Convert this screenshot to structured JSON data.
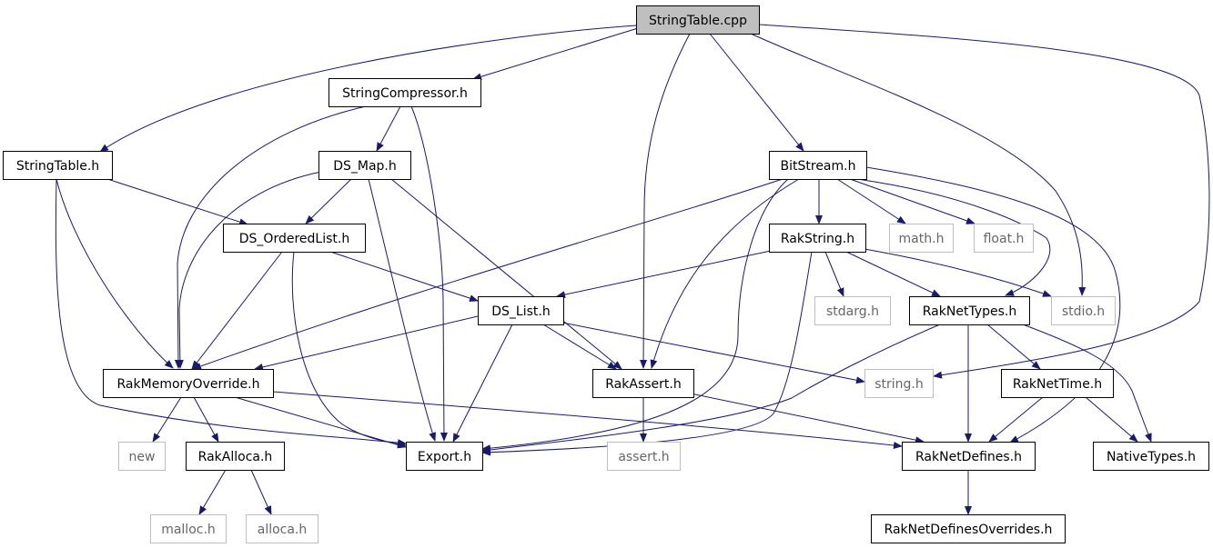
{
  "colors": {
    "edge": "#191970",
    "root_fill": "#bfbfbf",
    "node_fill": "#ffffff",
    "node_border": "#000000",
    "external_border": "#bfbfbf",
    "text": "#000000",
    "external_text": "#666666"
  },
  "nodes": [
    {
      "id": "StringTable.cpp",
      "label": "StringTable.cpp",
      "kind": "root"
    },
    {
      "id": "StringCompressor.h",
      "label": "StringCompressor.h",
      "kind": "file"
    },
    {
      "id": "StringTable.h",
      "label": "StringTable.h",
      "kind": "file"
    },
    {
      "id": "DS_Map.h",
      "label": "DS_Map.h",
      "kind": "file"
    },
    {
      "id": "BitStream.h",
      "label": "BitStream.h",
      "kind": "file"
    },
    {
      "id": "DS_OrderedList.h",
      "label": "DS_OrderedList.h",
      "kind": "file"
    },
    {
      "id": "RakString.h",
      "label": "RakString.h",
      "kind": "file"
    },
    {
      "id": "math.h",
      "label": "math.h",
      "kind": "external"
    },
    {
      "id": "float.h",
      "label": "float.h",
      "kind": "external"
    },
    {
      "id": "DS_List.h",
      "label": "DS_List.h",
      "kind": "file"
    },
    {
      "id": "stdarg.h",
      "label": "stdarg.h",
      "kind": "external"
    },
    {
      "id": "RakNetTypes.h",
      "label": "RakNetTypes.h",
      "kind": "file"
    },
    {
      "id": "stdio.h",
      "label": "stdio.h",
      "kind": "external"
    },
    {
      "id": "RakMemoryOverride.h",
      "label": "RakMemoryOverride.h",
      "kind": "file"
    },
    {
      "id": "RakAssert.h",
      "label": "RakAssert.h",
      "kind": "file"
    },
    {
      "id": "string.h",
      "label": "string.h",
      "kind": "external"
    },
    {
      "id": "RakNetTime.h",
      "label": "RakNetTime.h",
      "kind": "file"
    },
    {
      "id": "new",
      "label": "new",
      "kind": "external"
    },
    {
      "id": "RakAlloca.h",
      "label": "RakAlloca.h",
      "kind": "file"
    },
    {
      "id": "Export.h",
      "label": "Export.h",
      "kind": "file"
    },
    {
      "id": "assert.h",
      "label": "assert.h",
      "kind": "external"
    },
    {
      "id": "RakNetDefines.h",
      "label": "RakNetDefines.h",
      "kind": "file"
    },
    {
      "id": "NativeTypes.h",
      "label": "NativeTypes.h",
      "kind": "file"
    },
    {
      "id": "malloc.h",
      "label": "malloc.h",
      "kind": "external"
    },
    {
      "id": "alloca.h",
      "label": "alloca.h",
      "kind": "external"
    },
    {
      "id": "RakNetDefinesOverrides.h",
      "label": "RakNetDefinesOverrides.h",
      "kind": "file"
    }
  ],
  "edges": [
    {
      "from": "StringTable.cpp",
      "to": "StringCompressor.h"
    },
    {
      "from": "StringTable.cpp",
      "to": "StringTable.h"
    },
    {
      "from": "StringTable.cpp",
      "to": "RakAssert.h"
    },
    {
      "from": "StringTable.cpp",
      "to": "BitStream.h"
    },
    {
      "from": "StringTable.cpp",
      "to": "stdio.h"
    },
    {
      "from": "StringTable.cpp",
      "to": "string.h"
    },
    {
      "from": "StringCompressor.h",
      "to": "DS_Map.h"
    },
    {
      "from": "StringCompressor.h",
      "to": "RakMemoryOverride.h"
    },
    {
      "from": "StringCompressor.h",
      "to": "Export.h"
    },
    {
      "from": "StringTable.h",
      "to": "DS_OrderedList.h"
    },
    {
      "from": "StringTable.h",
      "to": "RakMemoryOverride.h"
    },
    {
      "from": "StringTable.h",
      "to": "Export.h"
    },
    {
      "from": "DS_Map.h",
      "to": "DS_OrderedList.h"
    },
    {
      "from": "DS_Map.h",
      "to": "RakMemoryOverride.h"
    },
    {
      "from": "DS_Map.h",
      "to": "Export.h"
    },
    {
      "from": "DS_Map.h",
      "to": "RakAssert.h"
    },
    {
      "from": "DS_OrderedList.h",
      "to": "DS_List.h"
    },
    {
      "from": "DS_OrderedList.h",
      "to": "RakMemoryOverride.h"
    },
    {
      "from": "DS_OrderedList.h",
      "to": "Export.h"
    },
    {
      "from": "BitStream.h",
      "to": "RakString.h"
    },
    {
      "from": "BitStream.h",
      "to": "math.h"
    },
    {
      "from": "BitStream.h",
      "to": "float.h"
    },
    {
      "from": "BitStream.h",
      "to": "RakNetTypes.h"
    },
    {
      "from": "BitStream.h",
      "to": "RakMemoryOverride.h"
    },
    {
      "from": "BitStream.h",
      "to": "RakAssert.h"
    },
    {
      "from": "BitStream.h",
      "to": "Export.h"
    },
    {
      "from": "BitStream.h",
      "to": "RakNetDefines.h"
    },
    {
      "from": "RakString.h",
      "to": "DS_List.h"
    },
    {
      "from": "RakString.h",
      "to": "stdarg.h"
    },
    {
      "from": "RakString.h",
      "to": "RakNetTypes.h"
    },
    {
      "from": "RakString.h",
      "to": "stdio.h"
    },
    {
      "from": "RakString.h",
      "to": "Export.h"
    },
    {
      "from": "DS_List.h",
      "to": "RakMemoryOverride.h"
    },
    {
      "from": "DS_List.h",
      "to": "RakAssert.h"
    },
    {
      "from": "DS_List.h",
      "to": "string.h"
    },
    {
      "from": "DS_List.h",
      "to": "Export.h"
    },
    {
      "from": "RakNetTypes.h",
      "to": "RakNetTime.h"
    },
    {
      "from": "RakNetTypes.h",
      "to": "NativeTypes.h"
    },
    {
      "from": "RakNetTypes.h",
      "to": "RakNetDefines.h"
    },
    {
      "from": "RakNetTypes.h",
      "to": "Export.h"
    },
    {
      "from": "RakMemoryOverride.h",
      "to": "new"
    },
    {
      "from": "RakMemoryOverride.h",
      "to": "RakAlloca.h"
    },
    {
      "from": "RakMemoryOverride.h",
      "to": "Export.h"
    },
    {
      "from": "RakMemoryOverride.h",
      "to": "RakNetDefines.h"
    },
    {
      "from": "RakAssert.h",
      "to": "assert.h"
    },
    {
      "from": "RakAssert.h",
      "to": "RakNetDefines.h"
    },
    {
      "from": "RakNetTime.h",
      "to": "RakNetDefines.h"
    },
    {
      "from": "RakNetTime.h",
      "to": "NativeTypes.h"
    },
    {
      "from": "RakAlloca.h",
      "to": "malloc.h"
    },
    {
      "from": "RakAlloca.h",
      "to": "alloca.h"
    },
    {
      "from": "RakNetDefines.h",
      "to": "RakNetDefinesOverrides.h"
    }
  ]
}
